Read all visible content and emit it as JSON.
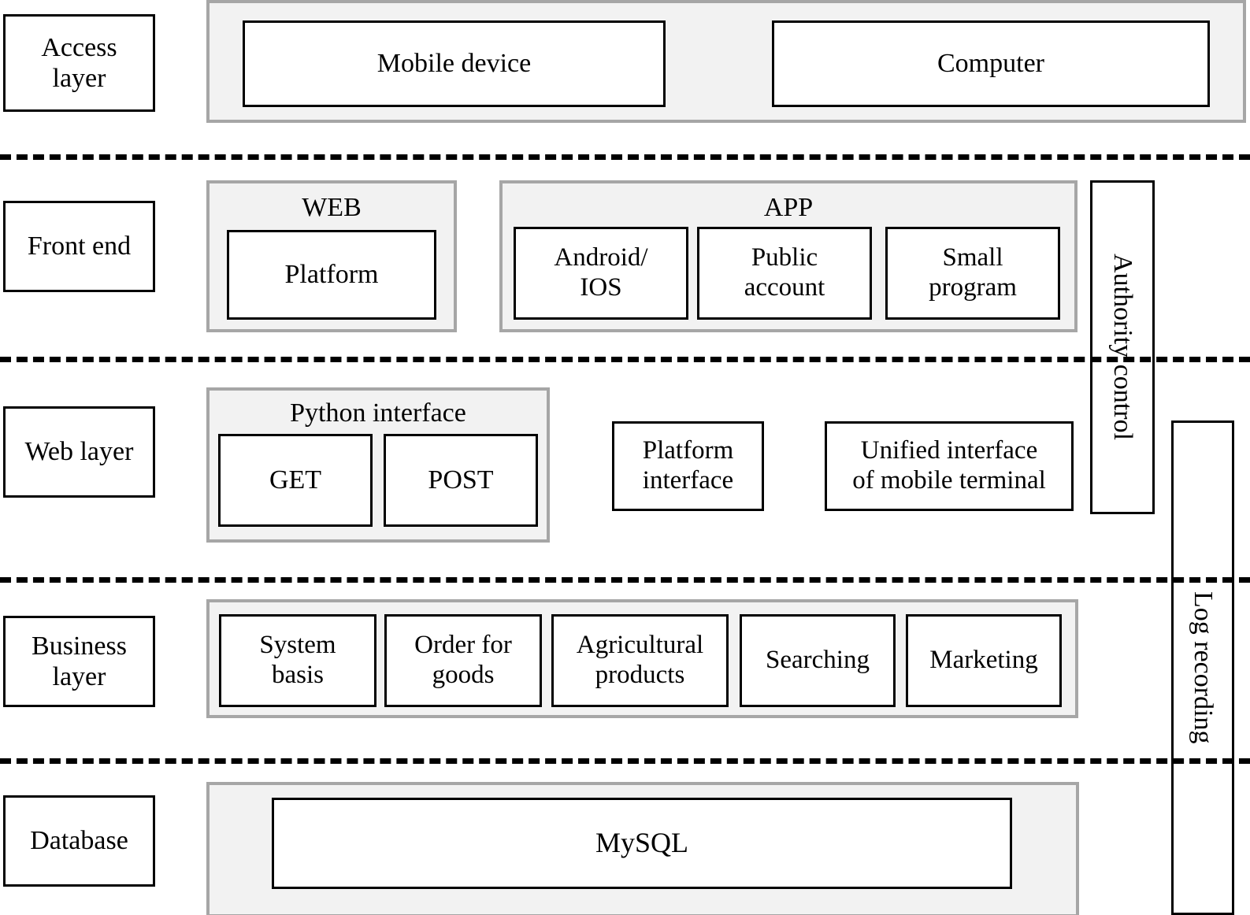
{
  "diagram": {
    "title": "System architecture layered diagram",
    "colors": {
      "group_fill": "#f2f2f2",
      "group_border": "#a6a6a6",
      "box_border": "#000000",
      "box_fill": "#ffffff",
      "divider": "#000000"
    }
  },
  "layers": [
    {
      "id": "access",
      "label": "Access\nlayer",
      "label_line1": "Access",
      "label_line2": "layer",
      "boxes": [
        "Mobile device",
        "Computer"
      ]
    },
    {
      "id": "front-end",
      "label": "Front end",
      "groups": [
        {
          "title": "WEB",
          "boxes": [
            "Platform"
          ]
        },
        {
          "title": "APP",
          "boxes": [
            "Android/\nIOS",
            "Public\naccount",
            "Small\nprogram"
          ]
        }
      ]
    },
    {
      "id": "web-layer",
      "label": "Web layer",
      "groups": [
        {
          "title": "Python interface",
          "boxes": [
            "GET",
            "POST"
          ]
        }
      ],
      "boxes": [
        "Platform\ninterface",
        "Unified interface\nof mobile terminal"
      ]
    },
    {
      "id": "business-layer",
      "label": "Business\nlayer",
      "label_line1": "Business",
      "label_line2": "layer",
      "boxes": [
        "System\nbasis",
        "Order for\ngoods",
        "Agricultural\nproducts",
        "Searching",
        "Marketing"
      ]
    },
    {
      "id": "database",
      "label": "Database",
      "boxes": [
        "MySQL"
      ]
    }
  ],
  "left_labels": {
    "access_l1": "Access",
    "access_l2": "layer",
    "front_end": "Front end",
    "web_layer": "Web layer",
    "business_l1": "Business",
    "business_l2": "layer",
    "database": "Database"
  },
  "access_layer": {
    "mobile_device": "Mobile device",
    "computer": "Computer"
  },
  "front_end": {
    "web_group_title": "WEB",
    "platform": "Platform",
    "app_group_title": "APP",
    "android_ios_l1": "Android/",
    "android_ios_l2": "IOS",
    "public_account_l1": "Public",
    "public_account_l2": "account",
    "small_program_l1": "Small",
    "small_program_l2": "program"
  },
  "web_layer": {
    "python_interface_title": "Python interface",
    "get": "GET",
    "post": "POST",
    "platform_interface_l1": "Platform",
    "platform_interface_l2": "interface",
    "unified_interface_l1": "Unified interface",
    "unified_interface_l2": "of mobile terminal"
  },
  "business_layer": {
    "system_basis_l1": "System",
    "system_basis_l2": "basis",
    "order_for_goods_l1": "Order for",
    "order_for_goods_l2": "goods",
    "agricultural_products_l1": "Agricultural",
    "agricultural_products_l2": "products",
    "searching": "Searching",
    "marketing": "Marketing"
  },
  "database_layer": {
    "mysql": "MySQL"
  },
  "cross_cutting": {
    "authority_control": "Authority control",
    "log_recording": "Log recording"
  }
}
